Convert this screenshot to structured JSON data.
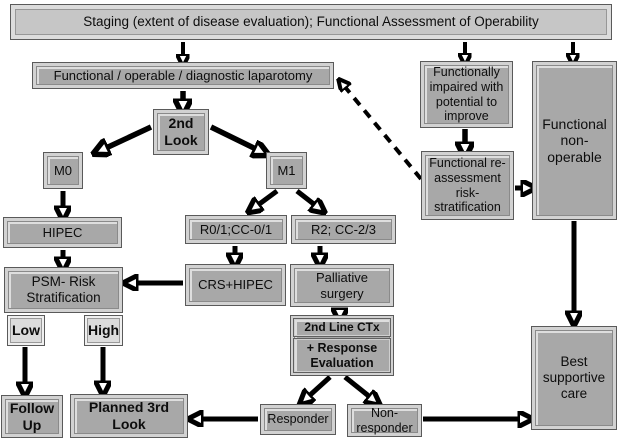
{
  "title": "Staging (extent of disease evaluation); Functional Assessment of Operability",
  "nodes": {
    "laparotomy": {
      "label": "Functional / operable / diagnostic laparotomy"
    },
    "second_look": {
      "label": "2nd Look"
    },
    "m0": {
      "label": "M0"
    },
    "m1": {
      "label": "M1"
    },
    "hipec": {
      "label": "HIPEC"
    },
    "r01": {
      "label": "R0/1;CC-0/1"
    },
    "r2": {
      "label": "R2; CC-2/3"
    },
    "psm_risk": {
      "label": "PSM- Risk Stratification"
    },
    "crs_hipec": {
      "label": "CRS+HIPEC"
    },
    "palliative": {
      "label": "Palliative surgery"
    },
    "low": {
      "label": "Low"
    },
    "high": {
      "label": "High"
    },
    "ctx": {
      "header": "2nd Line CTx",
      "body": "+ Response Evaluation"
    },
    "follow_up": {
      "label": "Follow Up"
    },
    "planned_3rd_look": {
      "label": "Planned 3rd Look"
    },
    "responder": {
      "label": "Responder"
    },
    "non_responder": {
      "label": "Non-responder"
    },
    "impaired": {
      "label": "Functionally impaired with potential to improve"
    },
    "reassessment": {
      "label": "Functional re-assessment risk-stratification"
    },
    "non_operable": {
      "label": "Functional non-operable"
    },
    "best_care": {
      "label": "Best supportive care"
    }
  },
  "colors": {
    "box_fill": "#a8a8a8",
    "banner_fill": "#c6c6c6",
    "light_box_fill": "#dcdcdc",
    "border": "#5a5a5a",
    "arrow": "#000000",
    "background": "#ffffff",
    "text": "#0d0d0d"
  }
}
